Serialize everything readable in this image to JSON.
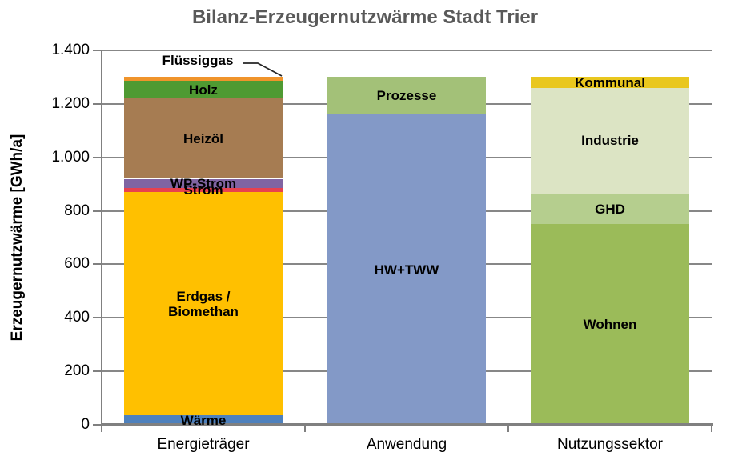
{
  "page": {
    "background": "#FFFFFF"
  },
  "chart_data": {
    "type": "bar",
    "stacked": true,
    "title": "Bilanz-Erzeugernutzwärme Stadt Trier",
    "ylabel": "Erzeugernutzwärme [GWh/a]",
    "unit": "GWh/a",
    "ylim": [
      0,
      1400
    ],
    "ytick_interval": 200,
    "grid": "horizontal",
    "legend_position": "none (labels inside segments)",
    "colors": {
      "title": "#595959",
      "axis": "#808080",
      "grid": "#878787",
      "segment_label": "#000000"
    },
    "yticks": [
      {
        "value": 0,
        "label": "0"
      },
      {
        "value": 200,
        "label": "200"
      },
      {
        "value": 400,
        "label": "400"
      },
      {
        "value": 600,
        "label": "600"
      },
      {
        "value": 800,
        "label": "800"
      },
      {
        "value": 1000,
        "label": "1.000"
      },
      {
        "value": 1200,
        "label": "1.200"
      },
      {
        "value": 1400,
        "label": "1.400"
      }
    ],
    "categories": [
      "Energieträger",
      "Anwendung",
      "Nutzungssektor"
    ],
    "bars": [
      {
        "category": "Energieträger",
        "total": 1300,
        "segments": [
          {
            "label": "Wärme",
            "value": 35,
            "color": "#4E81BD"
          },
          {
            "label": "Erdgas / Biomethan",
            "label_lines": [
              "Erdgas /",
              "Biomethan"
            ],
            "value": 835,
            "color": "#FFC000"
          },
          {
            "label": "Strom",
            "value": 15,
            "color": "#E8414E"
          },
          {
            "label": "WP-Strom",
            "value": 35,
            "color": "#8064A2"
          },
          {
            "label": "Heizöl",
            "value": 300,
            "color": "#A67C52"
          },
          {
            "label": "Holz",
            "value": 65,
            "color": "#4F9A32"
          },
          {
            "label": "Flüssiggas",
            "value": 15,
            "color": "#F0942B",
            "label_placement": "callout"
          }
        ]
      },
      {
        "category": "Anwendung",
        "total": 1300,
        "segments": [
          {
            "label": "HW+TWW",
            "value": 1160,
            "color": "#8399C7"
          },
          {
            "label": "Prozesse",
            "value": 140,
            "color": "#A3C178"
          }
        ]
      },
      {
        "category": "Nutzungssektor",
        "total": 1300,
        "segments": [
          {
            "label": "Wohnen",
            "value": 750,
            "color": "#9BBB59"
          },
          {
            "label": "GHD",
            "value": 115,
            "color": "#B5CE8E"
          },
          {
            "label": "Industrie",
            "value": 395,
            "color": "#DCE4C4"
          },
          {
            "label": "Kommunal",
            "value": 40,
            "color": "#E9C71E"
          }
        ]
      }
    ]
  }
}
